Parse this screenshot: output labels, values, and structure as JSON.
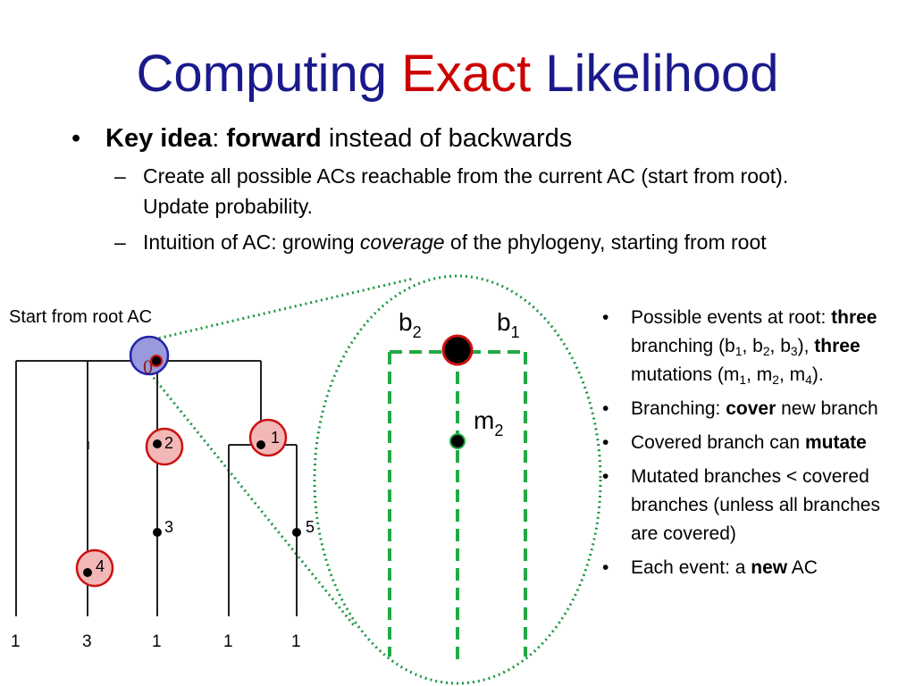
{
  "title": {
    "part1": "Computing ",
    "part2": "Exact",
    "part3": " Likelihood"
  },
  "colors": {
    "title": "#1a1a8c",
    "accent": "#cc0000",
    "green_dotted": "#1a9641",
    "green_dashed": "#22aa44",
    "node_red_fill": "#f2b8b8",
    "node_red_stroke": "#cc1111",
    "root_fill": "#9999dd",
    "root_stroke": "#2222aa"
  },
  "bullet_main": {
    "key": "Key idea",
    "sep": ": ",
    "bold2": "forward",
    "rest": " instead of backwards"
  },
  "sub_bullets": [
    {
      "text": "Create all possible ACs reachable from the current AC (start from root). Update probability."
    },
    {
      "pre": "Intuition of AC: growing ",
      "em": "coverage",
      "post": " of the phylogeny, starting from root"
    }
  ],
  "tree": {
    "start_label": "Start from root AC",
    "root_label": "0",
    "node_labels": [
      "1",
      "2",
      "3",
      "4",
      "5"
    ],
    "leaf_labels": [
      "1",
      "3",
      "1",
      "1",
      "1"
    ]
  },
  "zoom": {
    "b_left": "b",
    "b_left_sub": "2",
    "b_right": "b",
    "b_right_sub": "1",
    "m": "m",
    "m_sub": "2"
  },
  "side_bullets": {
    "i1_pre": "Possible events at root: ",
    "i1_b1": "three",
    "i1_mid": " branching (b",
    "s_1": "1",
    "s_2": "2",
    "s_3": "3",
    "s_4": "4",
    "comma": ", b",
    "i1_close": "), ",
    "i1_b2": "three",
    "i1_mut": " mutations (m",
    "comma_m": ", m",
    "i1_end": ").",
    "i2_pre": "Branching: ",
    "i2_bold": "cover",
    "i2_post": " new branch",
    "i3_pre": "Covered branch can ",
    "i3_bold": "mutate",
    "i4": "Mutated branches < covered branches (unless all branches are covered)",
    "i5_pre": "Each event: a ",
    "i5_bold": "new",
    "i5_post": " AC",
    "bullet": "•"
  },
  "glyphs": {
    "bullet": "•",
    "dash": "–"
  }
}
